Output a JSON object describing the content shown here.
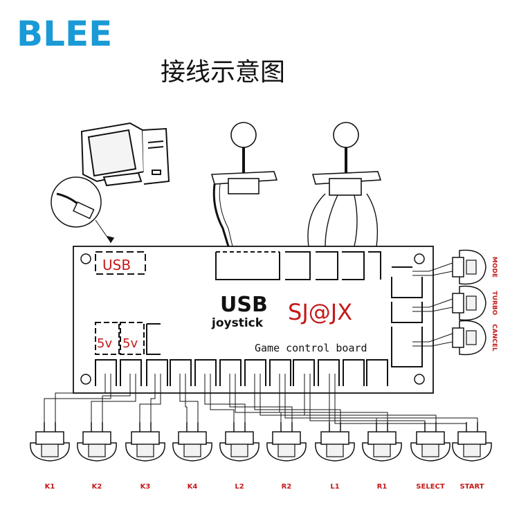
{
  "brand": {
    "logo_text": "BLEE",
    "color": "#1a9ad6"
  },
  "title": "接线示意图",
  "board": {
    "usb_port_label": "USB",
    "name_line1": "USB",
    "name_line2": "joystick",
    "model": "SJ@JX",
    "subtitle": "Game control board",
    "power_labels": [
      "5v",
      "5v"
    ]
  },
  "side_buttons": [
    "MODE",
    "TURBO",
    "CANCEL"
  ],
  "bottom_buttons": [
    "K1",
    "K2",
    "K3",
    "K4",
    "L2",
    "R2",
    "L1",
    "R1",
    "SELECT",
    "START"
  ],
  "icons": [
    "computer-icon",
    "usb-cable-icon",
    "joystick-icon",
    "push-button-icon"
  ],
  "colors": {
    "label_red": "#c41a1a",
    "ink": "#111111"
  }
}
